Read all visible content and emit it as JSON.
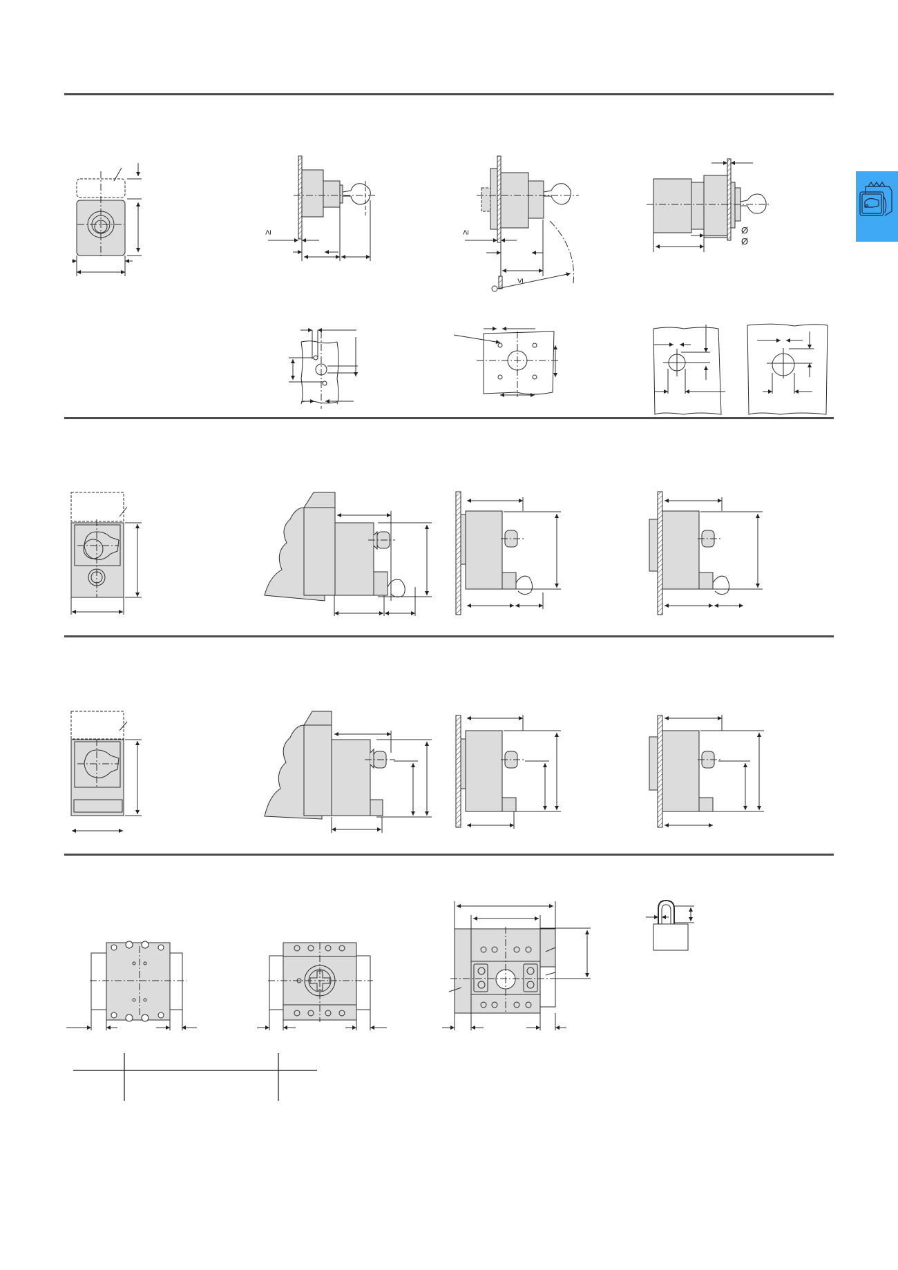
{
  "page": {
    "background": "#ffffff",
    "rule_color": "#4a4a4a",
    "accent_tab": {
      "color": "#3fa9f5",
      "icon": "rotary-switch-icon"
    }
  },
  "sections": [
    {
      "id": "row-1",
      "drawings": [
        {
          "name": "front-view-key-switch",
          "labels": []
        },
        {
          "name": "side-view-panel-mount",
          "labels": [
            "≥"
          ]
        },
        {
          "name": "side-view-panel-mount-rear",
          "labels": [
            "≥",
            "≤"
          ]
        },
        {
          "name": "side-view-extended-body",
          "labels": [
            "Ø",
            "Ø"
          ]
        },
        {
          "name": "drilling-template-small",
          "labels": []
        },
        {
          "name": "drilling-template-4-hole",
          "labels": []
        },
        {
          "name": "cutout-keyway-small",
          "labels": []
        },
        {
          "name": "cutout-keyway-large",
          "labels": []
        }
      ]
    },
    {
      "id": "row-2",
      "drawings": [
        {
          "name": "front-view-switch-with-key-lock",
          "labels": []
        },
        {
          "name": "side-view-enclosure-with-key",
          "labels": []
        },
        {
          "name": "side-view-wall-mount-with-key",
          "labels": []
        },
        {
          "name": "side-view-wall-mount-flange-with-key",
          "labels": []
        }
      ]
    },
    {
      "id": "row-3",
      "drawings": [
        {
          "name": "front-view-switch-with-label",
          "labels": []
        },
        {
          "name": "side-view-enclosure",
          "labels": []
        },
        {
          "name": "side-view-wall-mount",
          "labels": []
        },
        {
          "name": "side-view-wall-mount-flange",
          "labels": []
        }
      ]
    },
    {
      "id": "row-4",
      "drawings": [
        {
          "name": "top-view-switch-body",
          "labels": []
        },
        {
          "name": "top-view-switch-with-shaft",
          "labels": []
        },
        {
          "name": "top-view-switch-with-auxiliary",
          "labels": []
        },
        {
          "name": "padlock",
          "labels": []
        }
      ],
      "table": {
        "columns": [
          "",
          "",
          ""
        ],
        "rows": [
          [
            "",
            "",
            ""
          ]
        ]
      }
    }
  ],
  "glyphs": {
    "ge": "≥",
    "le": "≤",
    "diameter": "Ø"
  }
}
